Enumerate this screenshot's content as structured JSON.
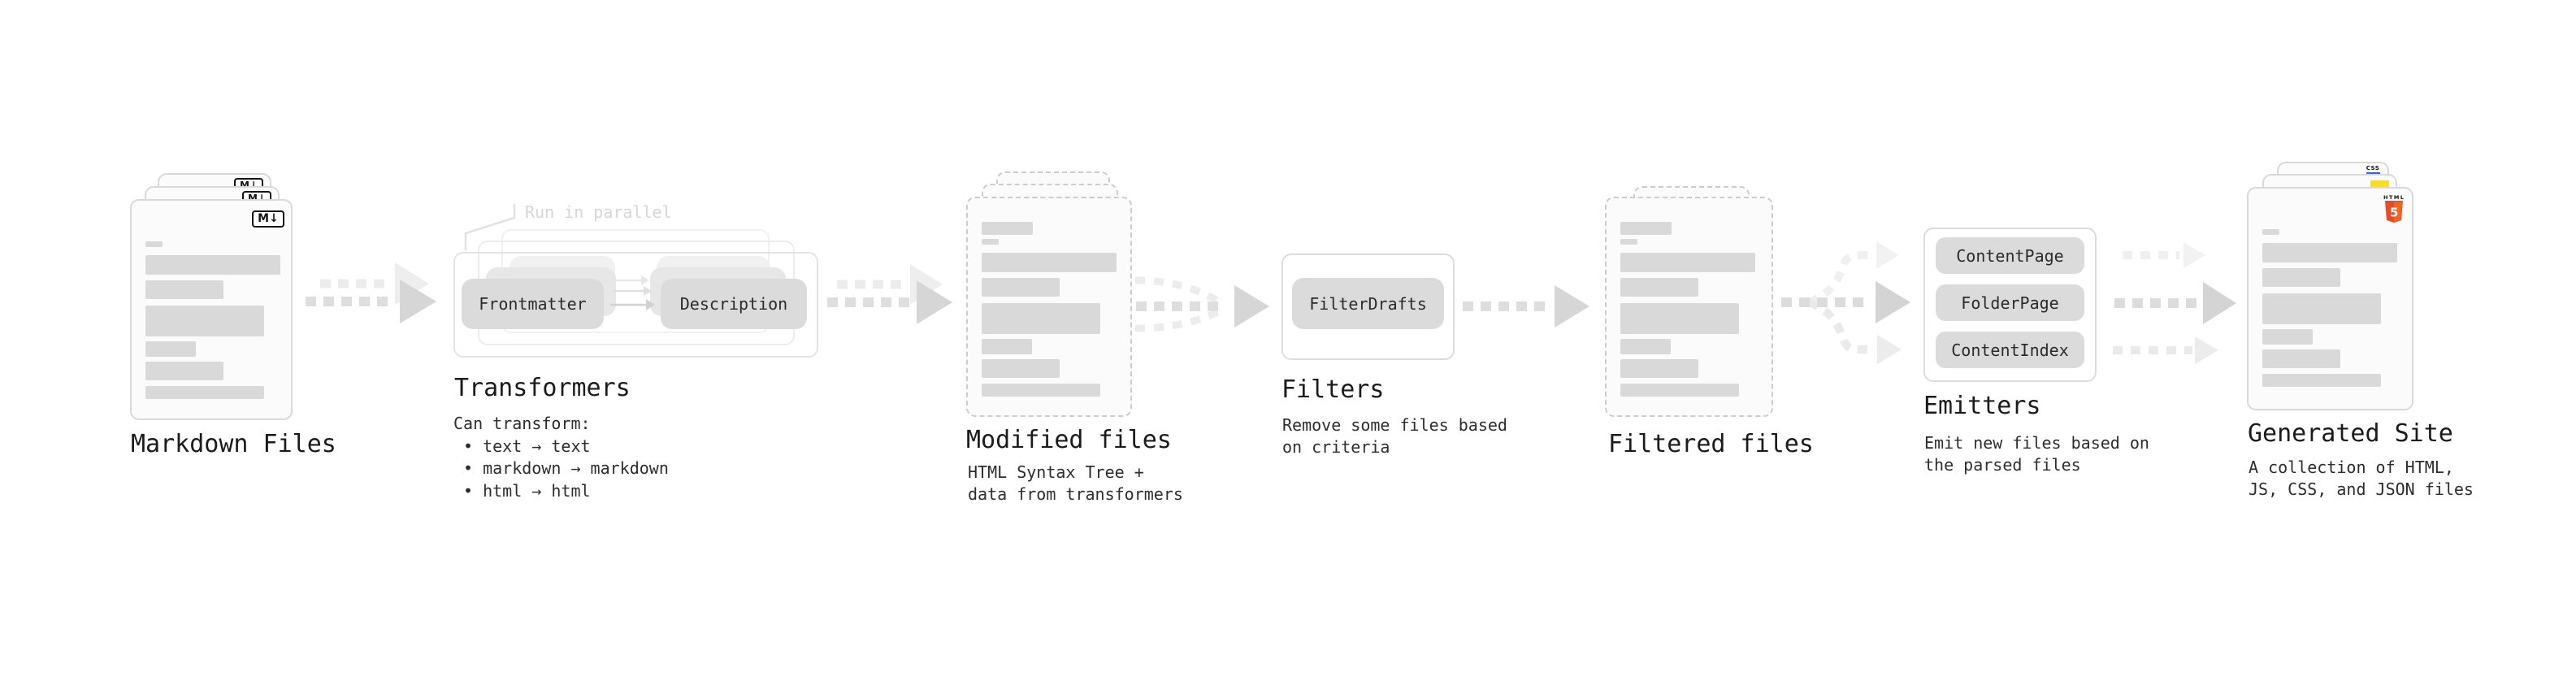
{
  "diagram": {
    "markdown": {
      "title": "Markdown Files",
      "badge": "M↓"
    },
    "transformers": {
      "title": "Transformers",
      "note": "Run in parallel",
      "pill_frontmatter": "Frontmatter",
      "pill_description": "Description",
      "desc_heading": "Can transform:",
      "bullets": [
        "• text → text",
        "• markdown → markdown",
        "• html → html"
      ]
    },
    "modified": {
      "title": "Modified files",
      "desc_line1": "HTML Syntax Tree +",
      "desc_line2": "data from transformers"
    },
    "filters": {
      "title": "Filters",
      "pill": "FilterDrafts",
      "desc_line1": "Remove some files based",
      "desc_line2": "on criteria"
    },
    "filtered": {
      "title": "Filtered files"
    },
    "emitters": {
      "title": "Emitters",
      "pill_1": "ContentPage",
      "pill_2": "FolderPage",
      "pill_3": "ContentIndex",
      "desc_line1": "Emit new files based on",
      "desc_line2": "the parsed files"
    },
    "generated": {
      "title": "Generated Site",
      "desc_line1": "A collection of HTML,",
      "desc_line2": "JS, CSS, and JSON files",
      "badge_css": "CSS",
      "badge_html_word": "HTML",
      "badge_html_number": "5"
    }
  },
  "colors": {
    "card_fill": "#fbfbfb",
    "card_border": "#d9d9d9",
    "dashed_border": "#cccccc",
    "bar_fill": "#d9d9d9",
    "pill_fill": "#dbdbdb",
    "arrow_dash": "#dedede",
    "arrow_head": "#d6d6d6",
    "ghost_arrow": "#ececec",
    "note_gray": "#d6d6d6",
    "js_yellow": "#f7df1e",
    "css_blue": "#2f62f1",
    "html5_orange": "#e44d26"
  }
}
